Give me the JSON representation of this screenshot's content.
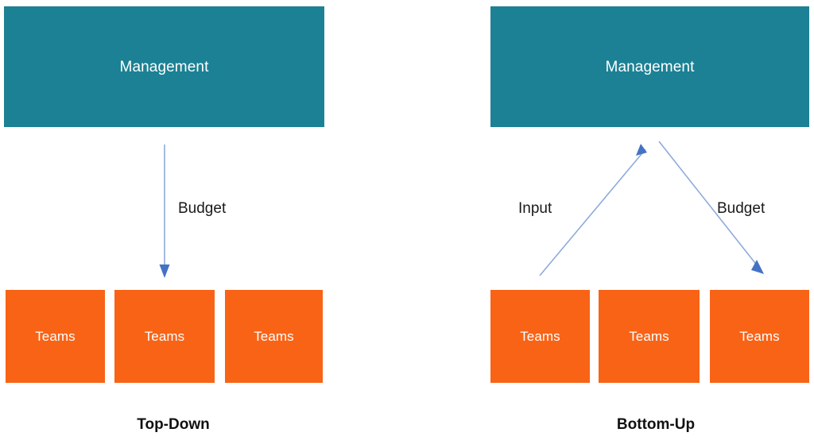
{
  "diagram": {
    "title_left": "Top-Down",
    "title_right": "Bottom-Up",
    "colors": {
      "management_box": "#1c8194",
      "team_box": "#f96316",
      "arrow_line": "#8faadc",
      "arrow_head": "#4472c4",
      "label_text": "#1a1a1a",
      "box_text": "#ffffff",
      "background": "#ffffff"
    },
    "panels": [
      {
        "id": "top-down",
        "caption": "Top-Down",
        "management": {
          "label": "Management"
        },
        "teams": [
          {
            "label": "Teams"
          },
          {
            "label": "Teams"
          },
          {
            "label": "Teams"
          }
        ],
        "arrows": [
          {
            "name": "budget-arrow",
            "label": "Budget",
            "direction": "down",
            "from": "Management",
            "to": "Teams"
          }
        ]
      },
      {
        "id": "bottom-up",
        "caption": "Bottom-Up",
        "management": {
          "label": "Management"
        },
        "teams": [
          {
            "label": "Teams"
          },
          {
            "label": "Teams"
          },
          {
            "label": "Teams"
          }
        ],
        "arrows": [
          {
            "name": "input-arrow",
            "label": "Input",
            "direction": "up",
            "from": "Teams",
            "to": "Management"
          },
          {
            "name": "budget-arrow",
            "label": "Budget",
            "direction": "down",
            "from": "Management",
            "to": "Teams"
          }
        ]
      }
    ]
  }
}
